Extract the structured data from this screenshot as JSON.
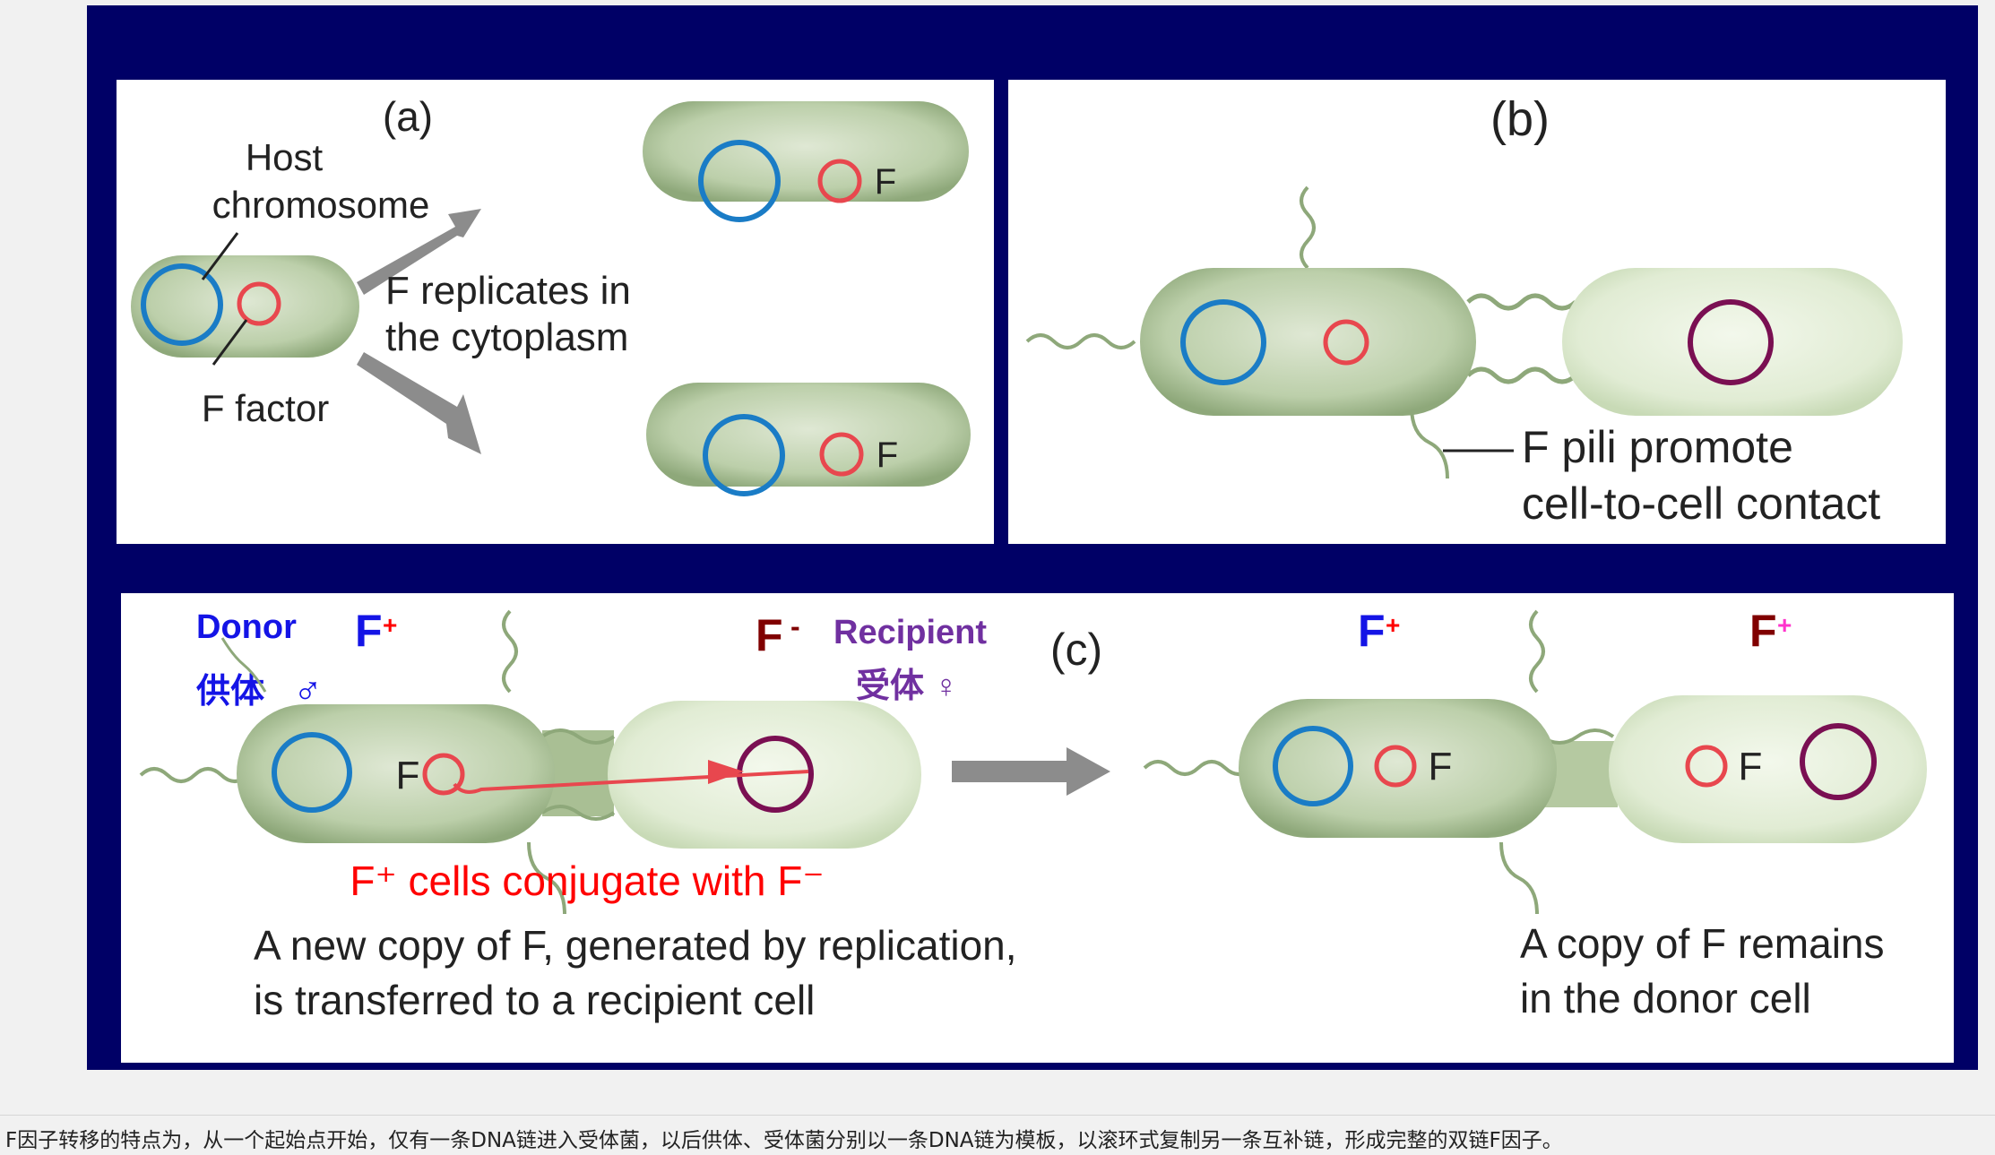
{
  "panel_a": {
    "label": "(a)",
    "host_chromosome_line1": "Host",
    "host_chromosome_line2": "chromosome",
    "f_factor": "F factor",
    "replicates_line1": "F replicates in",
    "replicates_line2": "the cytoplasm",
    "f_letter_top": "F",
    "f_letter_bottom": "F"
  },
  "panel_b": {
    "label": "(b)",
    "pili_line1": "F pili promote",
    "pili_line2": "cell-to-cell contact"
  },
  "panel_c": {
    "label": "(c)",
    "donor_en": "Donor",
    "donor_cn": "供体",
    "male_symbol": "♂",
    "fplus_left_base": "F",
    "fplus_left_sup": "+",
    "fminus_base": "F",
    "fminus_sup": "-",
    "recipient_en": "Recipient",
    "recipient_cn": "受体",
    "female_symbol": "♀",
    "f_letter_donor": "F",
    "conjugate_text": "F⁺ cells conjugate with F⁻",
    "transfer_line1": "A new copy of F, generated by replication,",
    "transfer_line2": "is transferred to a recipient cell",
    "fplus_right1_base": "F",
    "fplus_right1_sup": "+",
    "fplus_right2_base": "F",
    "fplus_right2_sup": "+",
    "f_letter_right1": "F",
    "f_letter_right2": "F",
    "remains_line1": "A copy of F remains",
    "remains_line2": "in the donor cell"
  },
  "caption": "F因子转移的特点为，从一个起始点开始，仅有一条DNA链进入受体菌，以后供体、受体菌分别以一条DNA链为模板，以滚环式复制另一条互补链，形成完整的双链F因子。",
  "colors": {
    "slide_bg": "#000066",
    "chromosome_blue": "#1a7cc6",
    "f_factor_red": "#e8474e",
    "recipient_chromosome": "#7a0f52",
    "donor_blue": "#1414e6",
    "recipient_purple": "#7030a0",
    "fminus_maroon": "#800000",
    "conjugate_red": "#ff0000",
    "arrow_gray": "#8c8c8c"
  }
}
